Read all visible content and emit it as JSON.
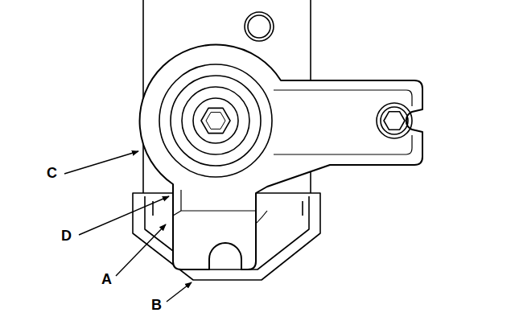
{
  "diagram": {
    "labels": [
      "C",
      "D",
      "A",
      "B"
    ]
  }
}
